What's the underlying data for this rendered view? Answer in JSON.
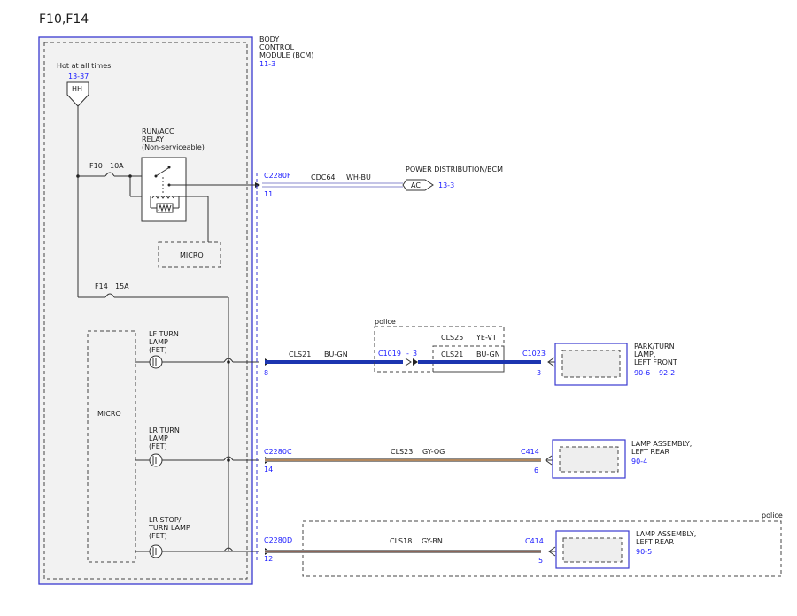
{
  "title": "F10,F14",
  "bcm": {
    "label1": "BODY",
    "label2": "CONTROL",
    "label3": "MODULE (BCM)",
    "ref": "11-3"
  },
  "hot_at_all_times": "Hot at all times",
  "hh_ref": "13-37",
  "hh_label": "HH",
  "relay": {
    "line1": "RUN/ACC",
    "line2": "RELAY",
    "line3": "(Non-serviceable)"
  },
  "fuse_f10": "F10",
  "fuse_f10_amp": "10A",
  "fuse_f14": "F14",
  "fuse_f14_amp": "15A",
  "micro_top": "MICRO",
  "micro_left": "MICRO",
  "fet1": {
    "l1": "LF TURN",
    "l2": "LAMP",
    "l3": "(FET)"
  },
  "fet2": {
    "l1": "LR TURN",
    "l2": "LAMP",
    "l3": "(FET)"
  },
  "fet3": {
    "l1": "LR STOP/",
    "l2": "TURN LAMP",
    "l3": "(FET)"
  },
  "circuit_ac": {
    "connector": "C2280F",
    "pin": "11",
    "circuit": "CDC64",
    "color": "WH-BU",
    "dest_label": "POWER DISTRIBUTION/BCM",
    "tag": "AC",
    "tag_ref": "13-3"
  },
  "circuit_lf": {
    "connector": "C2280F",
    "pin": "8",
    "circuit1": "CLS21",
    "color1": "BU-GN",
    "inline_conn": "C1019",
    "inline_pin": "3",
    "police_label": "police",
    "alt_circuit": "CLS25",
    "alt_color": "YE-VT",
    "circuit2": "CLS21",
    "color2": "BU-GN",
    "dest_conn": "C1023",
    "dest_pin": "3",
    "dest_l1": "PARK/TURN",
    "dest_l2": "LAMP,",
    "dest_l3": "LEFT FRONT",
    "dest_ref1": "90-6",
    "dest_ref2": "92-2"
  },
  "circuit_lr": {
    "connector": "C2280C",
    "pin": "14",
    "circuit": "CLS23",
    "color": "GY-OG",
    "dest_conn": "C414",
    "dest_pin": "6",
    "dest_l1": "LAMP ASSEMBLY,",
    "dest_l2": "LEFT REAR",
    "dest_ref": "90-4"
  },
  "circuit_lrs": {
    "connector": "C2280D",
    "pin": "12",
    "circuit": "CLS18",
    "color": "GY-BN",
    "dest_conn": "C414",
    "dest_pin": "5",
    "dest_l1": "LAMP ASSEMBLY,",
    "dest_l2": "LEFT REAR",
    "dest_ref": "90-5",
    "police_label": "police"
  },
  "colors": {
    "ref_blue": "#1a1aff",
    "wire_blue": "#1c35b0",
    "wire_gray_orange": "#a08060",
    "wire_gray_brown": "#8a7070"
  }
}
